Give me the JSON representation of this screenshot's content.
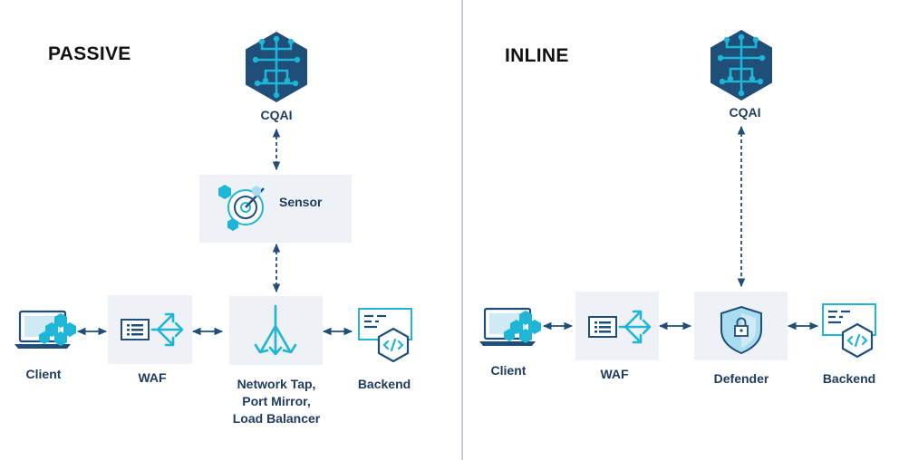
{
  "passive": {
    "title": "PASSIVE",
    "cqai_label": "CQAI",
    "sensor_label": "Sensor",
    "client_label": "Client",
    "waf_label": "WAF",
    "tap_label_line1": "Network Tap,",
    "tap_label_line2": "Port Mirror,",
    "tap_label_line3": "Load Balancer",
    "backend_label": "Backend"
  },
  "inline": {
    "title": "INLINE",
    "cqai_label": "CQAI",
    "client_label": "Client",
    "waf_label": "WAF",
    "defender_label": "Defender",
    "backend_label": "Backend"
  },
  "colors": {
    "navy": "#1f4e79",
    "cyan": "#1fb5d6",
    "light_cyan": "#a9dcef",
    "box_bg": "#eef1f5",
    "divider": "#c9cfd6"
  },
  "icons": {
    "cqai": "brain-hexagon-icon",
    "sensor": "radar-icon",
    "client": "laptop-icon",
    "waf": "firewall-icon",
    "tap": "split-arrow-icon",
    "backend": "code-window-icon",
    "defender": "shield-lock-icon"
  }
}
